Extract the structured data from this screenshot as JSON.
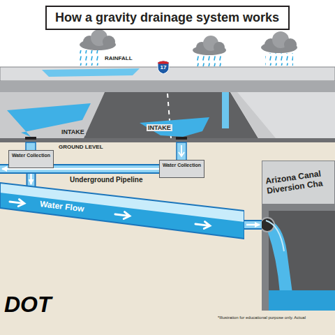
{
  "diagram": {
    "title": "How a gravity drainage system works",
    "nodes": [
      {
        "text": [
          "17"
        ]
      },
      {
        "text": [
          "Water Collection"
        ]
      },
      {
        "text": [
          "Water Collection"
        ]
      },
      {
        "text": [
          "Underground Pipeline",
          "Water Flow"
        ]
      },
      {
        "text": [
          "Arizona Canal Diversion Cha"
        ]
      }
    ],
    "edges": [
      {
        "from": 1,
        "to": 3,
        "arrow": "to"
      },
      {
        "from": 2,
        "to": 3,
        "arrow": "to"
      },
      {
        "from": 3,
        "to": 4,
        "arrow": "to"
      }
    ],
    "labels": [
      "RAINFALL",
      "INTAKE",
      "INTAKE",
      "GROUND LEVEL",
      "DOT",
      "*Illustration for educational purpose only. Actual"
    ]
  }
}
